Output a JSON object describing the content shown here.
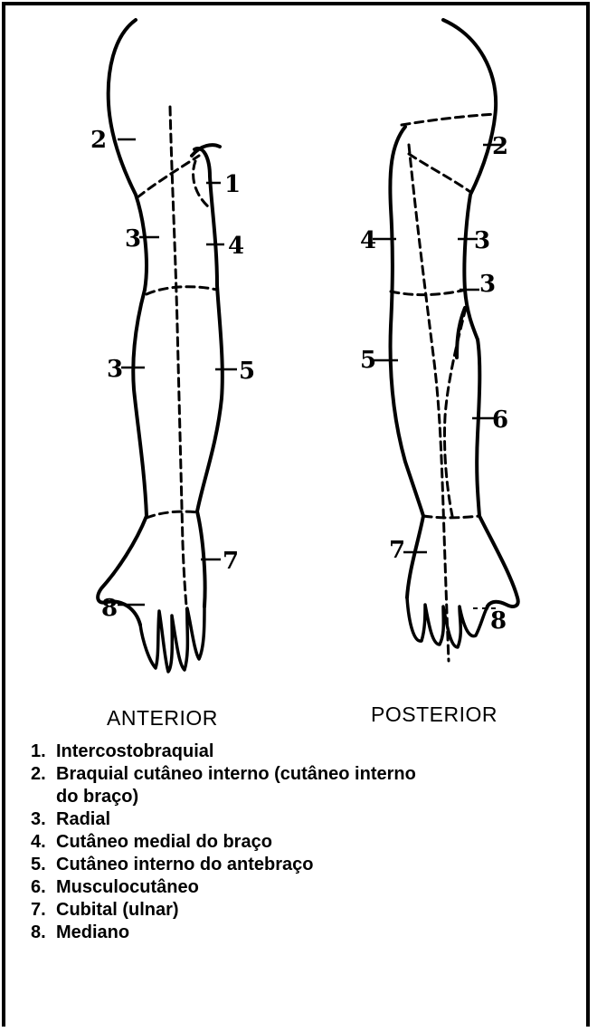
{
  "views": {
    "anterior": "ANTERIOR",
    "posterior": "POSTERIOR"
  },
  "markers": {
    "anterior": [
      "2",
      "1",
      "3",
      "4",
      "3",
      "5",
      "7",
      "8"
    ],
    "posterior": [
      "2",
      "4",
      "3",
      "3",
      "5",
      "6",
      "7",
      "8"
    ]
  },
  "legend": [
    {
      "num": "1.",
      "text": "Intercostobraquial"
    },
    {
      "num": "2.",
      "text": "Braquial cutâneo interno (cutâneo interno do braço)"
    },
    {
      "num": "3.",
      "text": "Radial"
    },
    {
      "num": "4.",
      "text": "Cutâneo medial do braço"
    },
    {
      "num": "5.",
      "text": "Cutâneo interno do antebraço"
    },
    {
      "num": "6.",
      "text": "Musculocutâneo"
    },
    {
      "num": "7.",
      "text": "Cubital (ulnar)"
    },
    {
      "num": "8.",
      "text": "Mediano"
    }
  ]
}
